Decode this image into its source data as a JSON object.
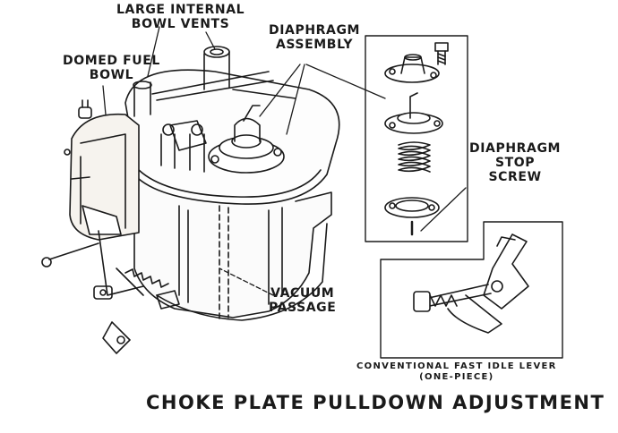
{
  "labels": {
    "bowl_vents": [
      "LARGE INTERNAL",
      "BOWL VENTS"
    ],
    "domed_fuel_bowl": [
      "DOMED FUEL",
      "BOWL"
    ],
    "diaphragm_assembly": [
      "DIAPHRAGM",
      "ASSEMBLY"
    ],
    "stop_screw": [
      "DIAPHRAGM",
      "STOP",
      "SCREW"
    ],
    "vacuum_passage": [
      "VACUUM",
      "PASSAGE"
    ]
  },
  "inset_caption": [
    "CONVENTIONAL FAST IDLE LEVER",
    "(ONE-PIECE)"
  ],
  "title": "CHOKE PLATE PULLDOWN ADJUSTMENT"
}
